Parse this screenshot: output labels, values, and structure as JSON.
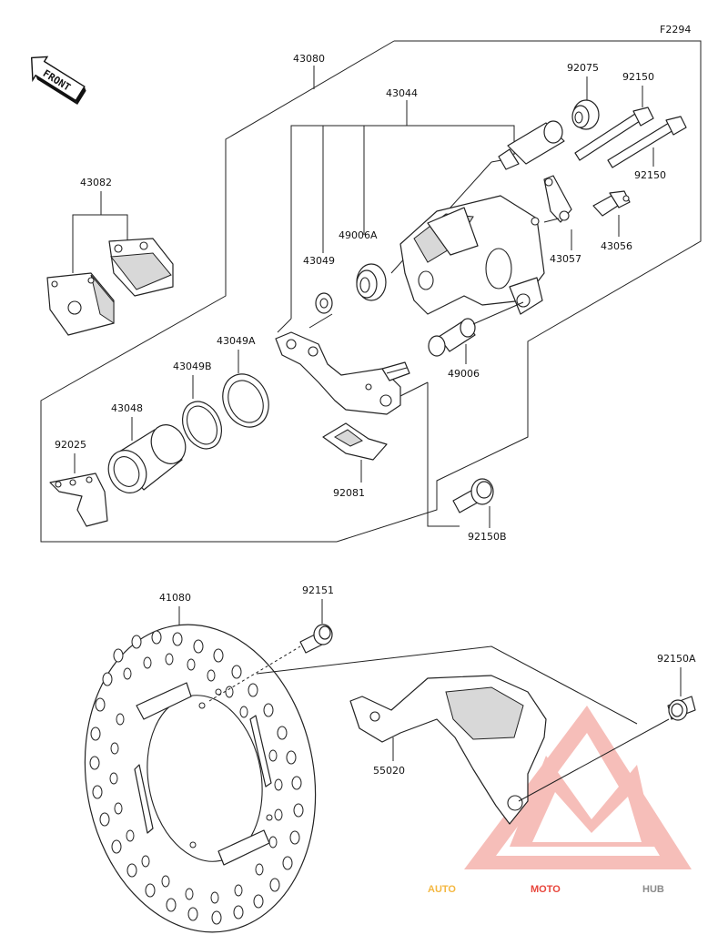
{
  "figure_code": "F2294",
  "front_label": "FRONT",
  "parts": {
    "p43080": "43080",
    "p43044": "43044",
    "p43082": "43082",
    "p92075": "92075",
    "p92150_top": "92150",
    "p92150_bottom": "92150",
    "p49006A": "49006A",
    "p43049": "43049",
    "p43057": "43057",
    "p43056": "43056",
    "p43049A": "43049A",
    "p43049B": "43049B",
    "p43048": "43048",
    "p49006": "49006",
    "p92025": "92025",
    "p92081": "92081",
    "p92150B": "92150B",
    "p41080": "41080",
    "p92151": "92151",
    "p92150A": "92150A",
    "p55020": "55020"
  },
  "watermark": {
    "part1": "AUTO",
    "part2": "MOTO",
    "part3": "HUB",
    "color1": "#f4b740",
    "color2": "#e8463c",
    "color3": "#8a8a8a"
  }
}
